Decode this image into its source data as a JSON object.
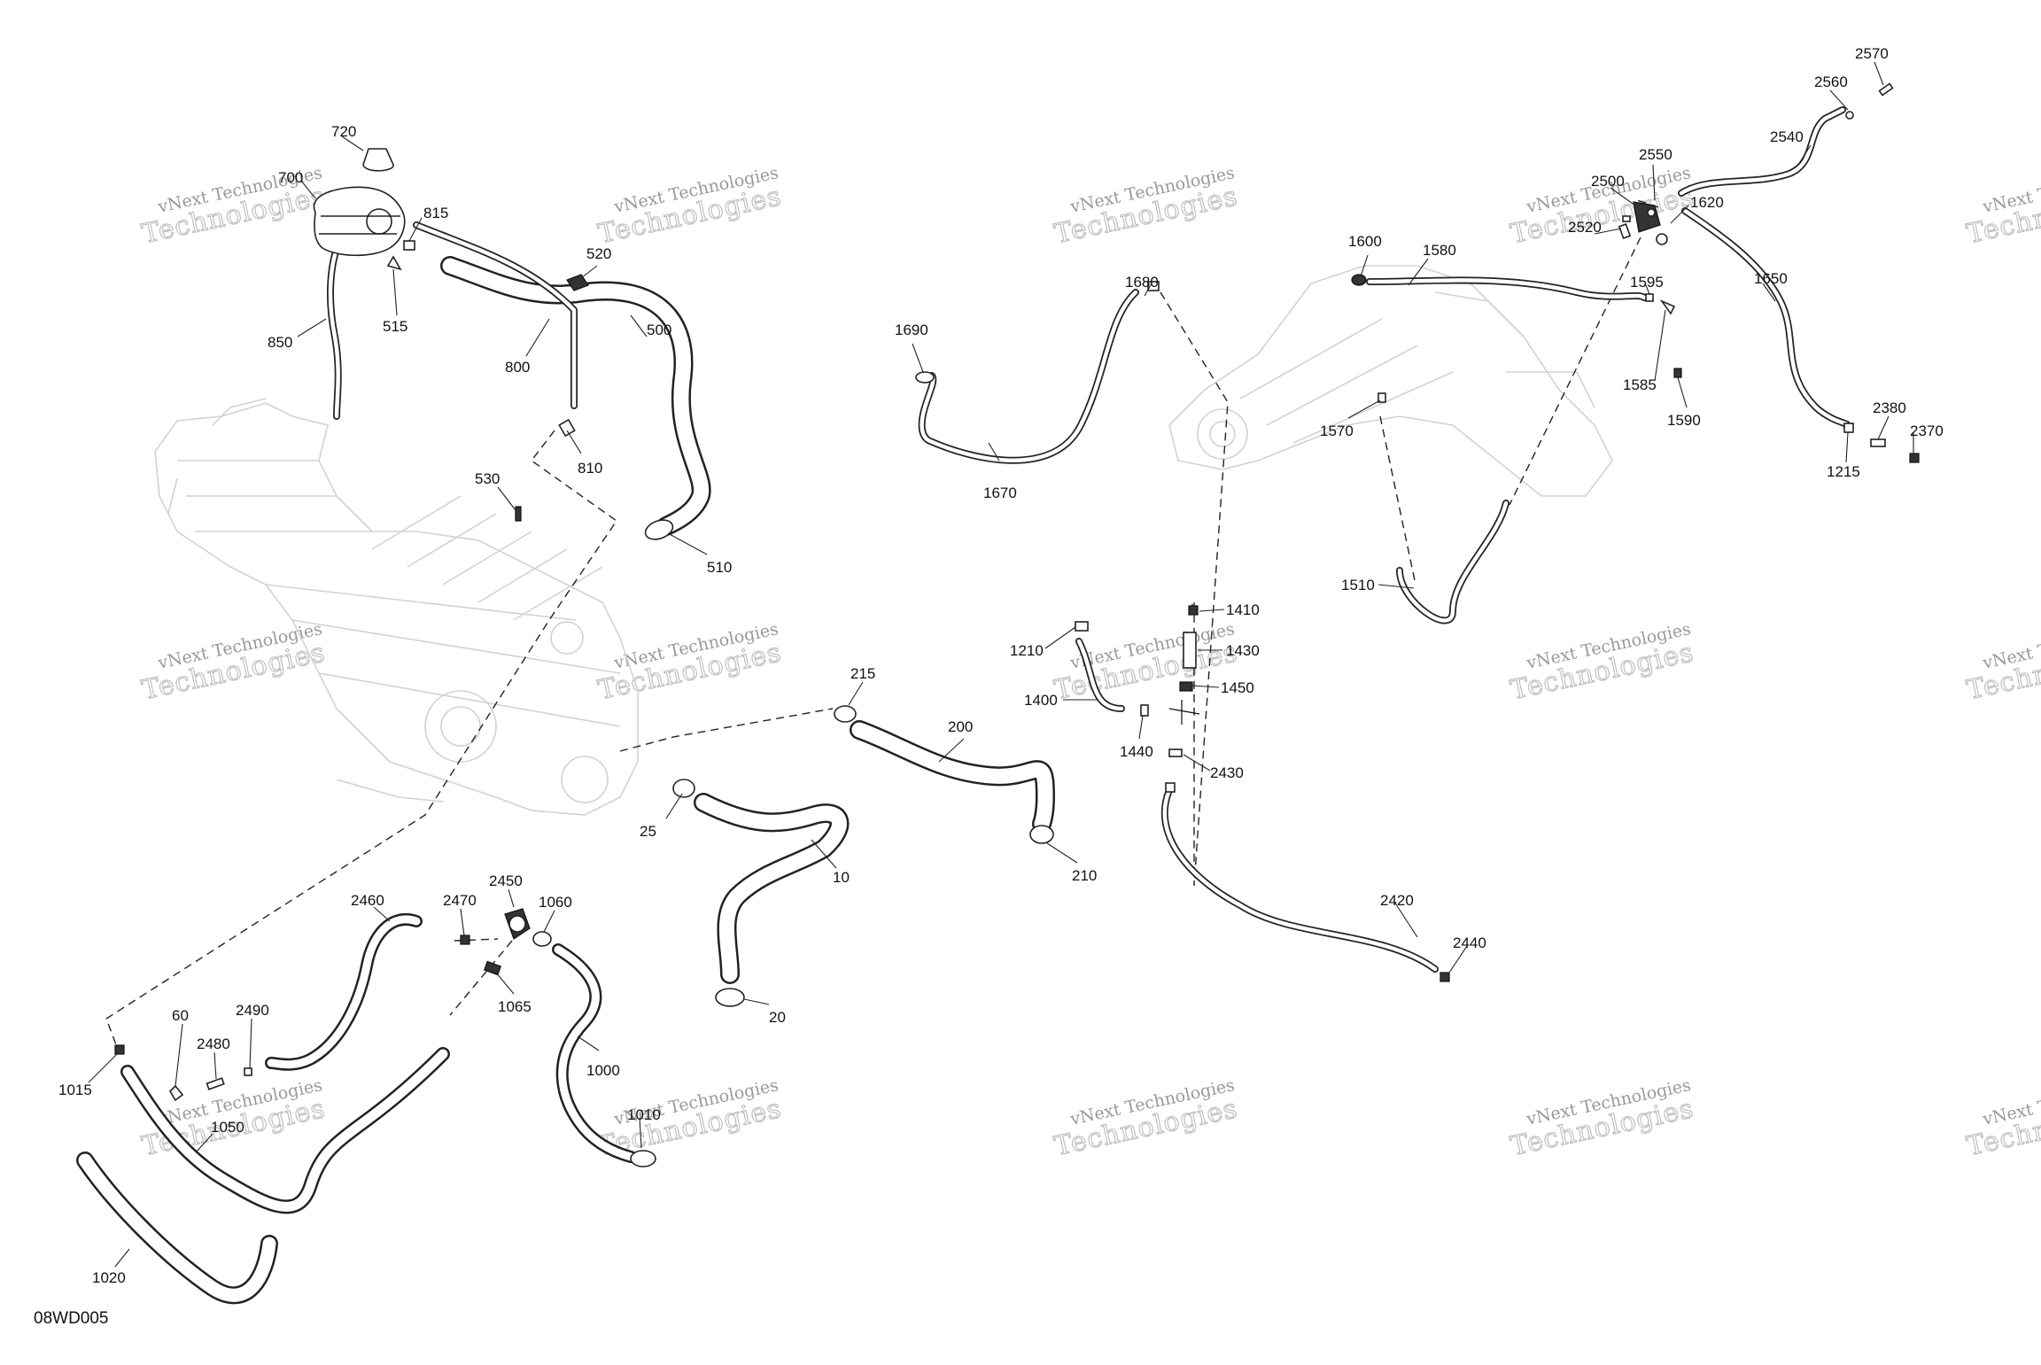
{
  "drawing_code": "08WD005",
  "watermark": {
    "line1": "vNext Technologies",
    "line2": "Technologies"
  },
  "callouts": [
    {
      "label": "720"
    },
    {
      "label": "700"
    },
    {
      "label": "815"
    },
    {
      "label": "515"
    },
    {
      "label": "850"
    },
    {
      "label": "520"
    },
    {
      "label": "500"
    },
    {
      "label": "800"
    },
    {
      "label": "810"
    },
    {
      "label": "530"
    },
    {
      "label": "510"
    },
    {
      "label": "215"
    },
    {
      "label": "200"
    },
    {
      "label": "25"
    },
    {
      "label": "10"
    },
    {
      "label": "210"
    },
    {
      "label": "20"
    },
    {
      "label": "2460"
    },
    {
      "label": "2470"
    },
    {
      "label": "2450"
    },
    {
      "label": "1060"
    },
    {
      "label": "1065"
    },
    {
      "label": "1000"
    },
    {
      "label": "1010"
    },
    {
      "label": "60"
    },
    {
      "label": "2490"
    },
    {
      "label": "2480"
    },
    {
      "label": "1015"
    },
    {
      "label": "1050"
    },
    {
      "label": "1020"
    },
    {
      "label": "1690"
    },
    {
      "label": "1680"
    },
    {
      "label": "1670"
    },
    {
      "label": "1600"
    },
    {
      "label": "1580"
    },
    {
      "label": "1570"
    },
    {
      "label": "1510"
    },
    {
      "label": "1410"
    },
    {
      "label": "1430"
    },
    {
      "label": "1210"
    },
    {
      "label": "1450"
    },
    {
      "label": "1400"
    },
    {
      "label": "1440"
    },
    {
      "label": "2430"
    },
    {
      "label": "2420"
    },
    {
      "label": "2440"
    },
    {
      "label": "2570"
    },
    {
      "label": "2560"
    },
    {
      "label": "2540"
    },
    {
      "label": "2550"
    },
    {
      "label": "2500"
    },
    {
      "label": "2520"
    },
    {
      "label": "1620"
    },
    {
      "label": "1650"
    },
    {
      "label": "1595"
    },
    {
      "label": "1585"
    },
    {
      "label": "1590"
    },
    {
      "label": "2380"
    },
    {
      "label": "2370"
    },
    {
      "label": "1215"
    }
  ]
}
